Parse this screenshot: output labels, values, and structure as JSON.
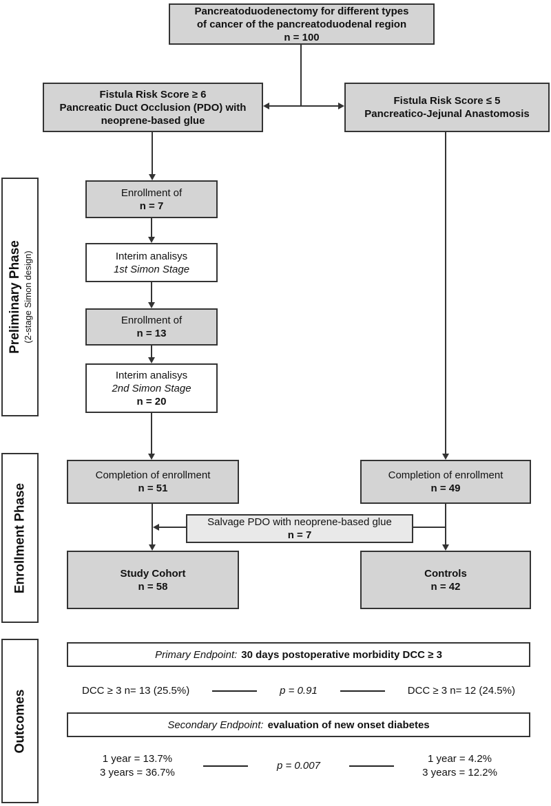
{
  "palette": {
    "box_fill": "#d4d4d4",
    "salvage_fill": "#e9e9e9",
    "line": "#333333",
    "text": "#111111",
    "background": "#ffffff"
  },
  "root_box": {
    "line1": "Pancreatoduodenectomy for different types",
    "line2": "of cancer of the pancreatoduodenal region",
    "n": "n = 100"
  },
  "branch_left": {
    "line1": "Fistula Risk Score ≥ 6",
    "line2": "Pancreatic Duct Occlusion (PDO) with",
    "line3": "neoprene-based glue"
  },
  "branch_right": {
    "line1": "Fistula Risk Score ≤ 5",
    "line2": "Pancreatico-Jejunal Anastomosis"
  },
  "sidebars": {
    "preliminary": {
      "title": "Preliminary Phase",
      "subtitle": "(2-stage Simon design)"
    },
    "enrollment": {
      "title": "Enrollment Phase"
    },
    "outcomes": {
      "title": "Outcomes"
    }
  },
  "preliminary": {
    "enroll1": {
      "line1": "Enrollment of",
      "n": "n = 7"
    },
    "interim1": {
      "line1": "Interim analisys",
      "stage": "1st Simon Stage"
    },
    "enroll2": {
      "line1": "Enrollment of",
      "n": "n = 13"
    },
    "interim2": {
      "line1": "Interim analisys",
      "stage": "2nd Simon Stage",
      "n": "n = 20"
    }
  },
  "enrollment": {
    "completion_left": {
      "line1": "Completion of enrollment",
      "n": "n = 51"
    },
    "completion_right": {
      "line1": "Completion of enrollment",
      "n": "n = 49"
    },
    "salvage": {
      "line1": "Salvage PDO with neoprene-based glue",
      "n": "n = 7"
    },
    "study_cohort": {
      "line1": "Study Cohort",
      "n": "n = 58"
    },
    "controls": {
      "line1": "Controls",
      "n": "n = 42"
    }
  },
  "outcomes": {
    "primary_label": "Primary Endpoint:",
    "primary_text": "30 days postoperative morbidity DCC ≥ 3",
    "primary_left": "DCC ≥ 3 n= 13 (25.5%)",
    "primary_p": "p = 0.91",
    "primary_right": "DCC ≥ 3 n= 12 (24.5%)",
    "secondary_label": "Secondary Endpoint:",
    "secondary_text": "evaluation of new onset diabetes",
    "secondary_left_line1": "1 year = 13.7%",
    "secondary_left_line2": "3 years = 36.7%",
    "secondary_p": "p = 0.007",
    "secondary_right_line1": "1 year = 4.2%",
    "secondary_right_line2": "3 years = 12.2%"
  }
}
